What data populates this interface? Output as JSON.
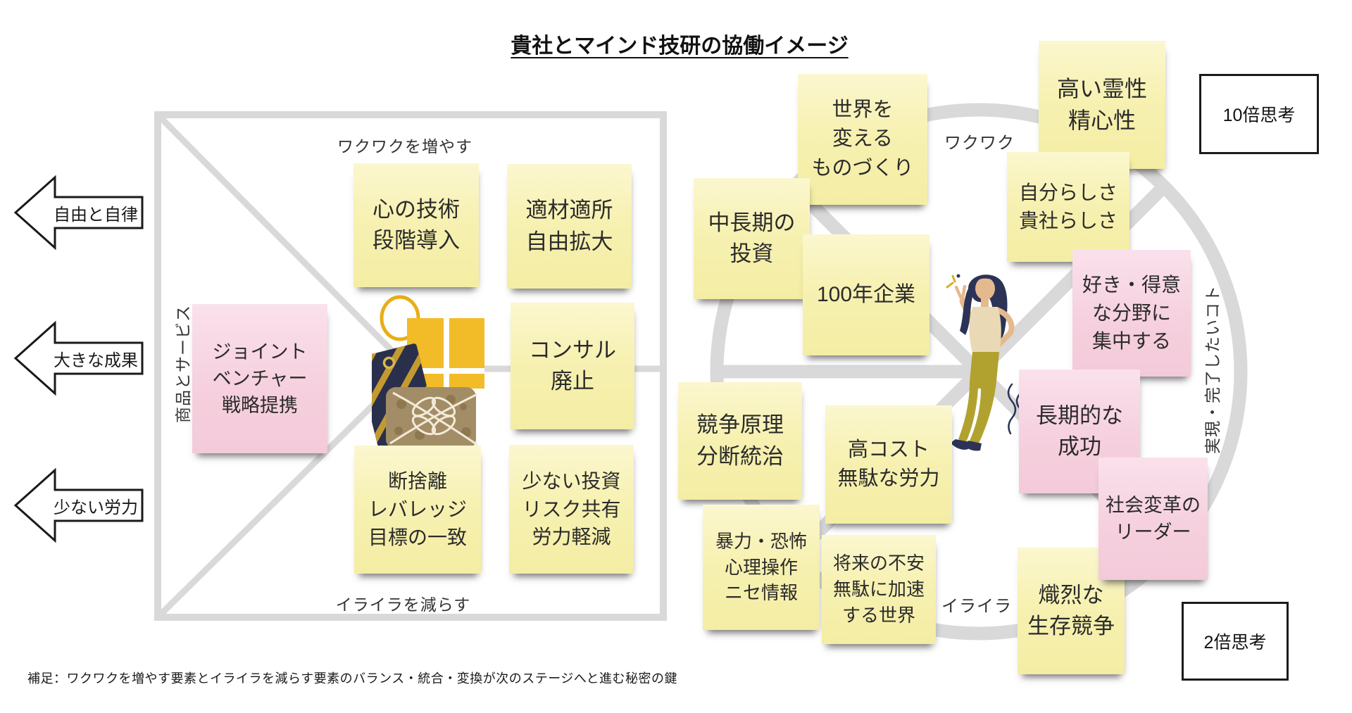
{
  "title": "貴社とマインド技研の協働イメージ",
  "footnote": "補足：ワクワクを増やす要素とイライラを減らす要素のバランス・統合・変換が次のステージへと進む秘密の鍵",
  "arrows": [
    {
      "label": "自由と自律"
    },
    {
      "label": "大きな成果"
    },
    {
      "label": "少ない労力"
    }
  ],
  "boxes": [
    {
      "label": "10倍思考"
    },
    {
      "label": "2倍思考"
    }
  ],
  "matrix": {
    "top_label": "ワクワクを増やす",
    "bottom_label": "イライラを減らす",
    "left_label": "商品とサービス",
    "notes": [
      {
        "text": "心の技術\n段階導入",
        "color": "yellow"
      },
      {
        "text": "適材適所\n自由拡大",
        "color": "yellow"
      },
      {
        "text": "ジョイント\nベンチャー\n戦略提携",
        "color": "pink"
      },
      {
        "text": "コンサル\n廃止",
        "color": "yellow"
      },
      {
        "text": "断捨離\nレバレッジ\n目標の一致",
        "color": "yellow"
      },
      {
        "text": "少ない投資\nリスク共有\n労力軽減",
        "color": "yellow"
      }
    ]
  },
  "circle": {
    "top_label": "ワクワク",
    "bottom_label": "イライラ",
    "right_label": "実現・完了したいコト",
    "notes": [
      {
        "text": "世界を\n変える\nものづくり",
        "color": "yellow"
      },
      {
        "text": "中長期の\n投資",
        "color": "yellow"
      },
      {
        "text": "100年企業",
        "color": "yellow"
      },
      {
        "text": "高い霊性\n精心性",
        "color": "yellow"
      },
      {
        "text": "自分らしさ\n貴社らしさ",
        "color": "yellow"
      },
      {
        "text": "好き・得意\nな分野に\n集中する",
        "color": "pink"
      },
      {
        "text": "長期的な\n成功",
        "color": "pink"
      },
      {
        "text": "競争原理\n分断統治",
        "color": "yellow"
      },
      {
        "text": "高コスト\n無駄な労力",
        "color": "yellow"
      },
      {
        "text": "暴力・恐怖\n心理操作\nニセ情報",
        "color": "yellow"
      },
      {
        "text": "将来の不安\n無駄に加速\nする世界",
        "color": "yellow"
      },
      {
        "text": "熾烈な\n生存競争",
        "color": "yellow"
      },
      {
        "text": "社会変革の\nリーダー",
        "color": "pink"
      }
    ]
  },
  "illustrations": {
    "gifts": "gift-bags-and-boxes",
    "woman": "standing-woman-peace-sign"
  },
  "colors": {
    "note_yellow": "#f6f0ac",
    "note_pink": "#f5cfdd",
    "structure_gray": "#d9d9d9",
    "box_border": "#1a1a1a",
    "text": "#222222"
  }
}
